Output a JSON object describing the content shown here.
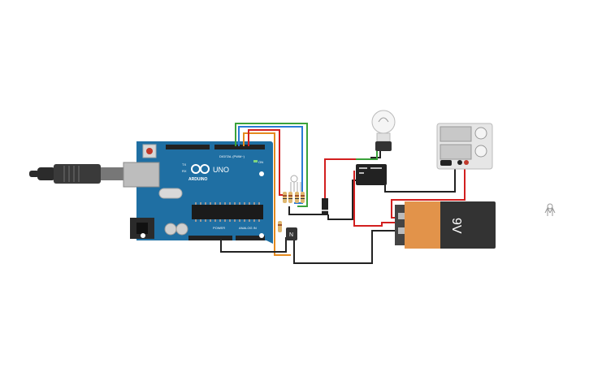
{
  "board": {
    "brand": "ARDUINO",
    "model": "UNO",
    "digital_label": "DIGITAL (PWM~)",
    "power_label": "POWER",
    "analog_label": "ANALOG IN",
    "on_label": "ON",
    "tx_label": "TX",
    "rx_label": "RX"
  },
  "transistor": {
    "label": "N"
  },
  "battery": {
    "label": "9V"
  },
  "colors": {
    "board": "#1f6fa3",
    "wire_red": "#d21f1f",
    "wire_green": "#3aa23a",
    "wire_blue": "#2a7bd6",
    "wire_orange": "#e58a1f",
    "wire_black": "#222222",
    "battery_orange": "#e2934a",
    "battery_dark": "#333333"
  }
}
